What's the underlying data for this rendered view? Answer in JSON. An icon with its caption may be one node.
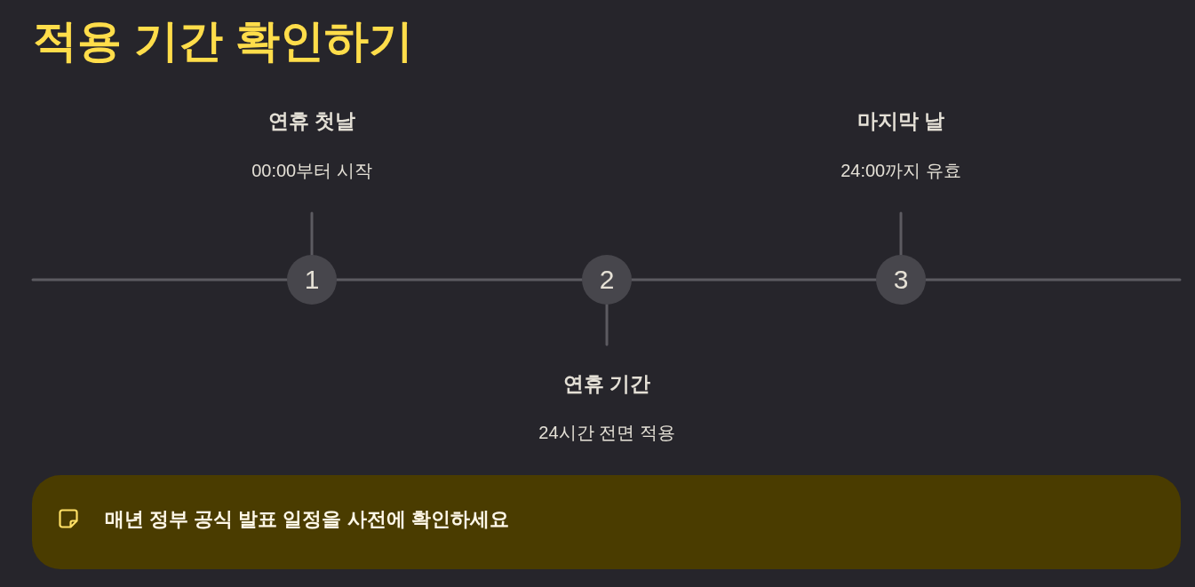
{
  "diagram": {
    "title": "적용 기간 확인하기",
    "nodes": [
      {
        "text": [
          "연휴 첫날",
          "00:00부터 시작"
        ]
      },
      {
        "text": [
          "마지막 날",
          "24:00까지 유효"
        ]
      },
      {
        "text": [
          "1"
        ]
      },
      {
        "text": [
          "2"
        ]
      },
      {
        "text": [
          "3"
        ]
      },
      {
        "text": [
          "연휴 기간",
          "24시간 전면 적용"
        ]
      },
      {
        "text": [
          "매년 정부 공식 발표 일정을 사전에 확인하세요"
        ]
      }
    ],
    "edges": [
      {
        "from": 0,
        "to": 2,
        "arrow": "none"
      },
      {
        "from": 1,
        "to": 4,
        "arrow": "none"
      },
      {
        "from": null,
        "to": 2,
        "arrow": "none"
      },
      {
        "from": 2,
        "to": 3,
        "arrow": "none"
      },
      {
        "from": 3,
        "to": 4,
        "arrow": "none"
      },
      {
        "from": 4,
        "to": null,
        "arrow": "none"
      },
      {
        "from": 3,
        "to": 5,
        "arrow": "none"
      }
    ]
  }
}
